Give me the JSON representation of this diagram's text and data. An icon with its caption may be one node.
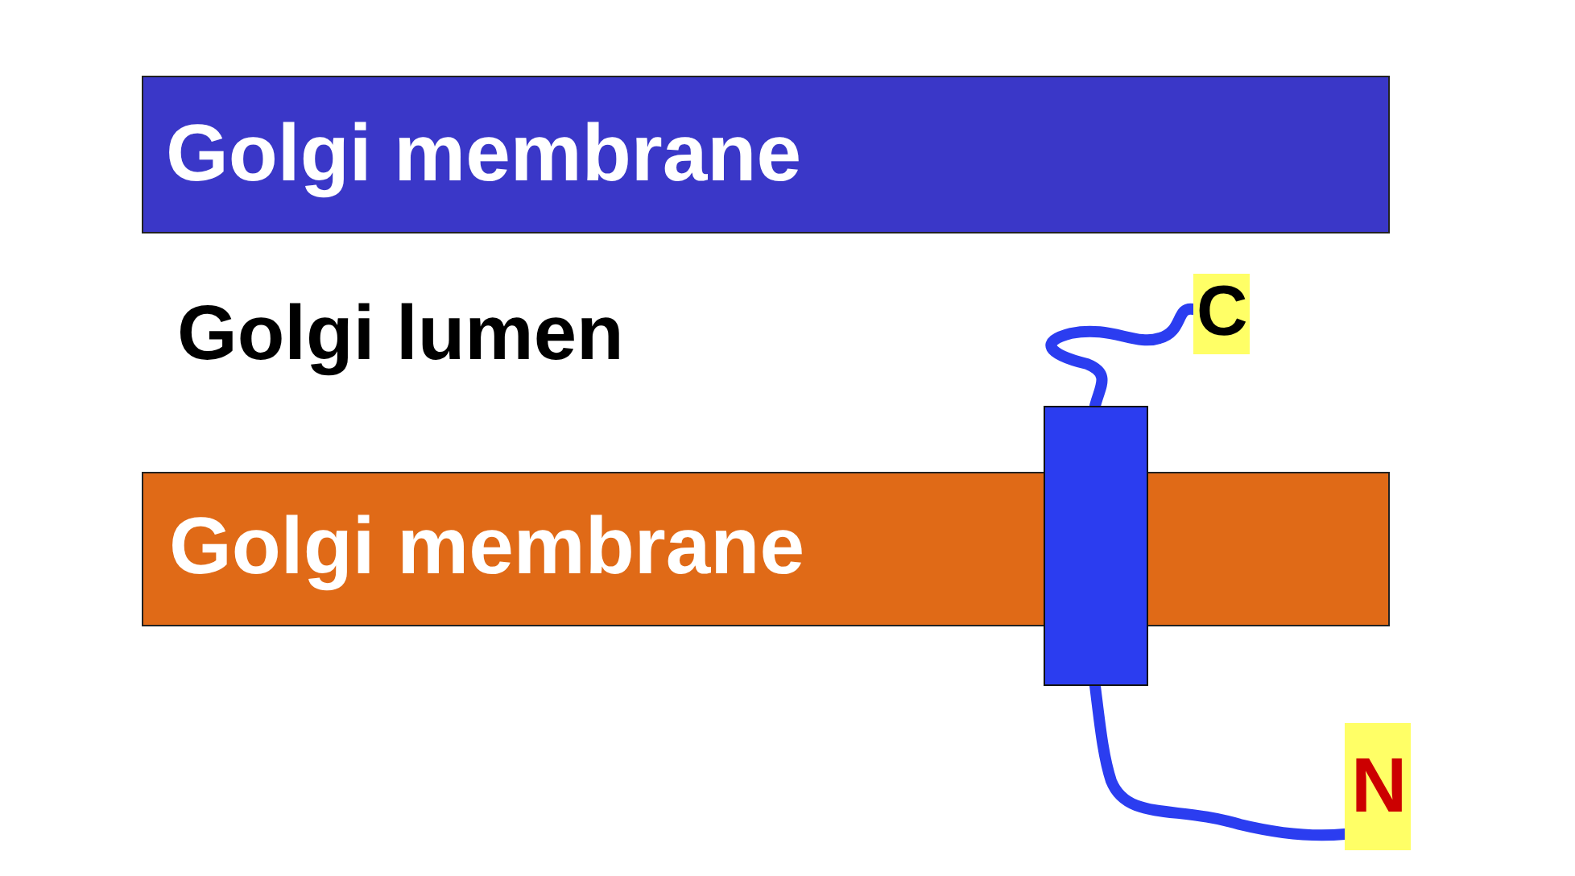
{
  "diagram": {
    "nodes": [
      {
        "text": [
          "Golgi membrane"
        ]
      },
      {
        "text": [
          "Golgi membrane"
        ]
      },
      {
        "text": [],
        "shape": "box"
      },
      {
        "text": [
          "C"
        ]
      },
      {
        "text": [
          "N"
        ]
      }
    ],
    "edges": [
      {
        "from": 2,
        "to": 3,
        "arrow": "none"
      },
      {
        "from": 2,
        "to": 4,
        "arrow": "none"
      }
    ],
    "labels": [
      "Golgi lumen"
    ]
  }
}
